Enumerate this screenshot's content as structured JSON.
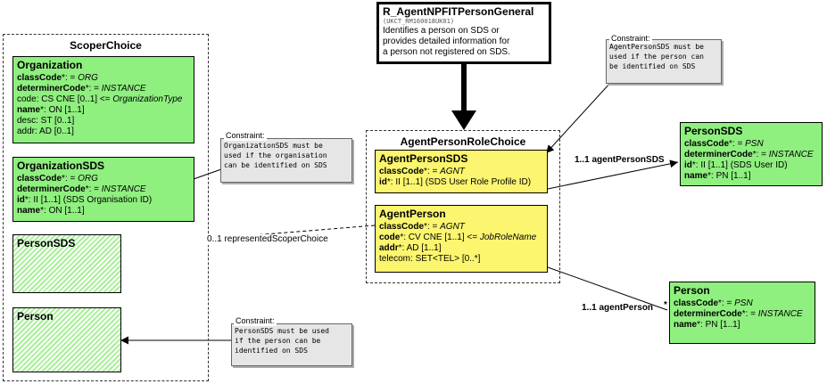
{
  "entry_point": {
    "name": "R_AgentNPFITPersonGeneral",
    "id": "(UKCT_RM160018UK01)",
    "desc": [
      "Identifies a person on SDS or",
      "provides detailed information for",
      "a person not registered on SDS."
    ]
  },
  "scoper_choice": {
    "title": "ScoperChoice",
    "organization": {
      "name": "Organization",
      "rows": [
        {
          "label": "classCode",
          "req": "*",
          "rest": ": = ",
          "val": "ORG"
        },
        {
          "label": "determinerCode",
          "req": "*",
          "rest": ": = ",
          "val": "INSTANCE"
        },
        {
          "label": "code",
          "req": "",
          "rest": ": CS CNE [0..1] <= ",
          "val": "OrganizationType"
        },
        {
          "label": "name",
          "req": "*",
          "rest": ": ON [1..1]",
          "val": ""
        },
        {
          "label": "desc",
          "req": "",
          "rest": ": ST [0..1]",
          "val": ""
        },
        {
          "label": "addr",
          "req": "",
          "rest": ": AD [0..1]",
          "val": ""
        }
      ]
    },
    "organization_sds": {
      "name": "OrganizationSDS",
      "rows": [
        {
          "label": "classCode",
          "req": "*",
          "rest": ": = ",
          "val": "ORG"
        },
        {
          "label": "determinerCode",
          "req": "*",
          "rest": ": = ",
          "val": "INSTANCE"
        },
        {
          "label": "id",
          "req": "*",
          "rest": ": II [1..1] (SDS Organisation ID)",
          "val": ""
        },
        {
          "label": "name",
          "req": "*",
          "rest": ": ON [1..1]",
          "val": ""
        }
      ]
    },
    "person_sds_label": "PersonSDS",
    "person_label": "Person"
  },
  "agent_person_role_choice": {
    "title": "AgentPersonRoleChoice",
    "agent_person_sds": {
      "name": "AgentPersonSDS",
      "rows": [
        {
          "label": "classCode",
          "req": "*",
          "rest": ": = ",
          "val": "AGNT"
        },
        {
          "label": "id",
          "req": "*",
          "rest": ": II [1..1] (SDS User Role Profile ID)",
          "val": ""
        }
      ]
    },
    "agent_person": {
      "name": "AgentPerson",
      "rows": [
        {
          "label": "classCode",
          "req": "*",
          "rest": ": = ",
          "val": "AGNT"
        },
        {
          "label": "code",
          "req": "*",
          "rest": ": CV CNE [1..1] <= ",
          "val": "JobRoleName"
        },
        {
          "label": "addr",
          "req": "*",
          "rest": ": AD [1..1]",
          "val": ""
        },
        {
          "label": "telecom",
          "req": "",
          "rest": ": SET<TEL> [0..*]",
          "val": ""
        }
      ]
    }
  },
  "person_sds": {
    "name": "PersonSDS",
    "rows": [
      {
        "label": "classCode",
        "req": "*",
        "rest": ": = ",
        "val": "PSN"
      },
      {
        "label": "determinerCode",
        "req": "*",
        "rest": ": = ",
        "val": "INSTANCE"
      },
      {
        "label": "id",
        "req": "*",
        "rest": ": II [1..1] (SDS User ID)",
        "val": ""
      },
      {
        "label": "name",
        "req": "*",
        "rest": ": PN [1..1]",
        "val": ""
      }
    ]
  },
  "person": {
    "name": "Person",
    "rows": [
      {
        "label": "classCode",
        "req": "*",
        "rest": ": = ",
        "val": "PSN"
      },
      {
        "label": "determinerCode",
        "req": "*",
        "rest": ": = ",
        "val": "INSTANCE"
      },
      {
        "label": "name",
        "req": "*",
        "rest": ": PN [1..1]",
        "val": ""
      }
    ]
  },
  "constraints": {
    "label": "Constraint:",
    "top_right": [
      "AgentPersonSDS must be",
      "used if the person can",
      "be identified on SDS"
    ],
    "org_sds": [
      "OrganizationSDS must be",
      "used if the organisation",
      "can be identified on SDS"
    ],
    "person_sds": [
      "PersonSDS must be used",
      "if the person can be",
      "identified on SDS"
    ]
  },
  "connections": {
    "agent_person_sds": "1..1 agentPersonSDS",
    "agent_person": "1..1 agentPerson",
    "agent_person_star": "*",
    "represented_scoper": "0..1 representedScoperChoice"
  }
}
